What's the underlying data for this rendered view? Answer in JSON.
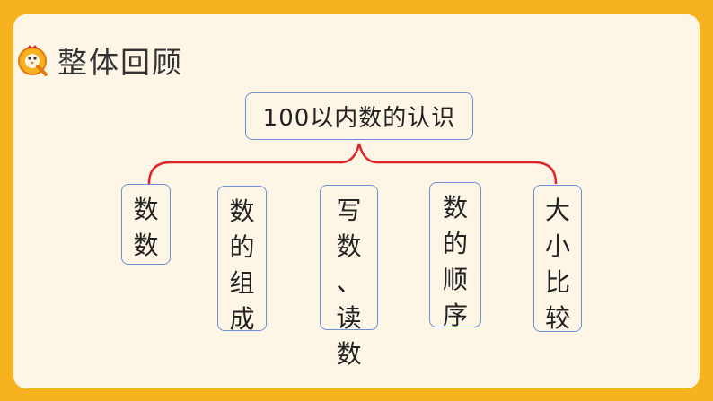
{
  "header": {
    "title": "整体回顾"
  },
  "diagram": {
    "root": "100以内数的认识",
    "children": [
      {
        "chars": [
          "数",
          "数"
        ]
      },
      {
        "chars": [
          "数",
          "的",
          "组",
          "成"
        ]
      },
      {
        "chars": [
          "写",
          "数",
          "、",
          "读",
          "数"
        ]
      },
      {
        "chars": [
          "数",
          "的",
          "顺",
          "序"
        ]
      },
      {
        "chars": [
          "大",
          "小",
          "比",
          "较"
        ]
      }
    ]
  },
  "colors": {
    "background": "#f6b21f",
    "panel": "#fdf6e6",
    "brace": "#e0252a",
    "box_border": "#6f8fd6"
  }
}
